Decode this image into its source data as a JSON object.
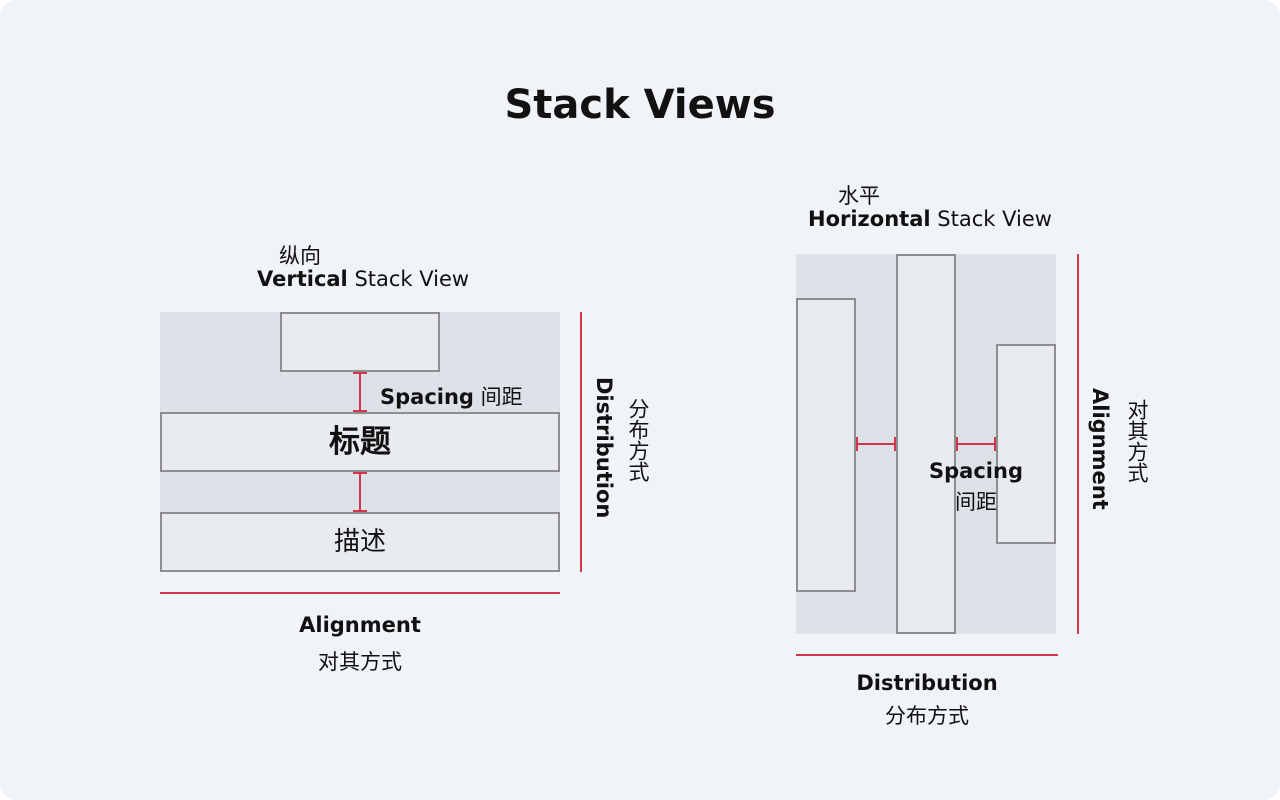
{
  "title": "Stack Views",
  "vertical": {
    "caption_cn": "纵向",
    "caption_bold": "Vertical",
    "caption_rest": "Stack View",
    "spacing_label": "Spacing",
    "spacing_cn": "间距",
    "item_title": "标题",
    "item_desc": "描述",
    "distribution_label": "Distribution",
    "distribution_cn": "分布方式",
    "alignment_label": "Alignment",
    "alignment_cn": "对其方式"
  },
  "horizontal": {
    "caption_cn": "水平",
    "caption_bold": "Horizontal",
    "caption_rest": "Stack View",
    "spacing_label": "Spacing",
    "spacing_cn": "间距",
    "alignment_label": "Alignment",
    "alignment_cn": "对其方式",
    "distribution_label": "Distribution",
    "distribution_cn": "分布方式"
  },
  "colors": {
    "background": "#f0f3f7",
    "panel": "#dde2e9",
    "box_fill": "#e8ebf0",
    "box_border": "#8e8e8e",
    "accent_red": "#d6344e"
  }
}
